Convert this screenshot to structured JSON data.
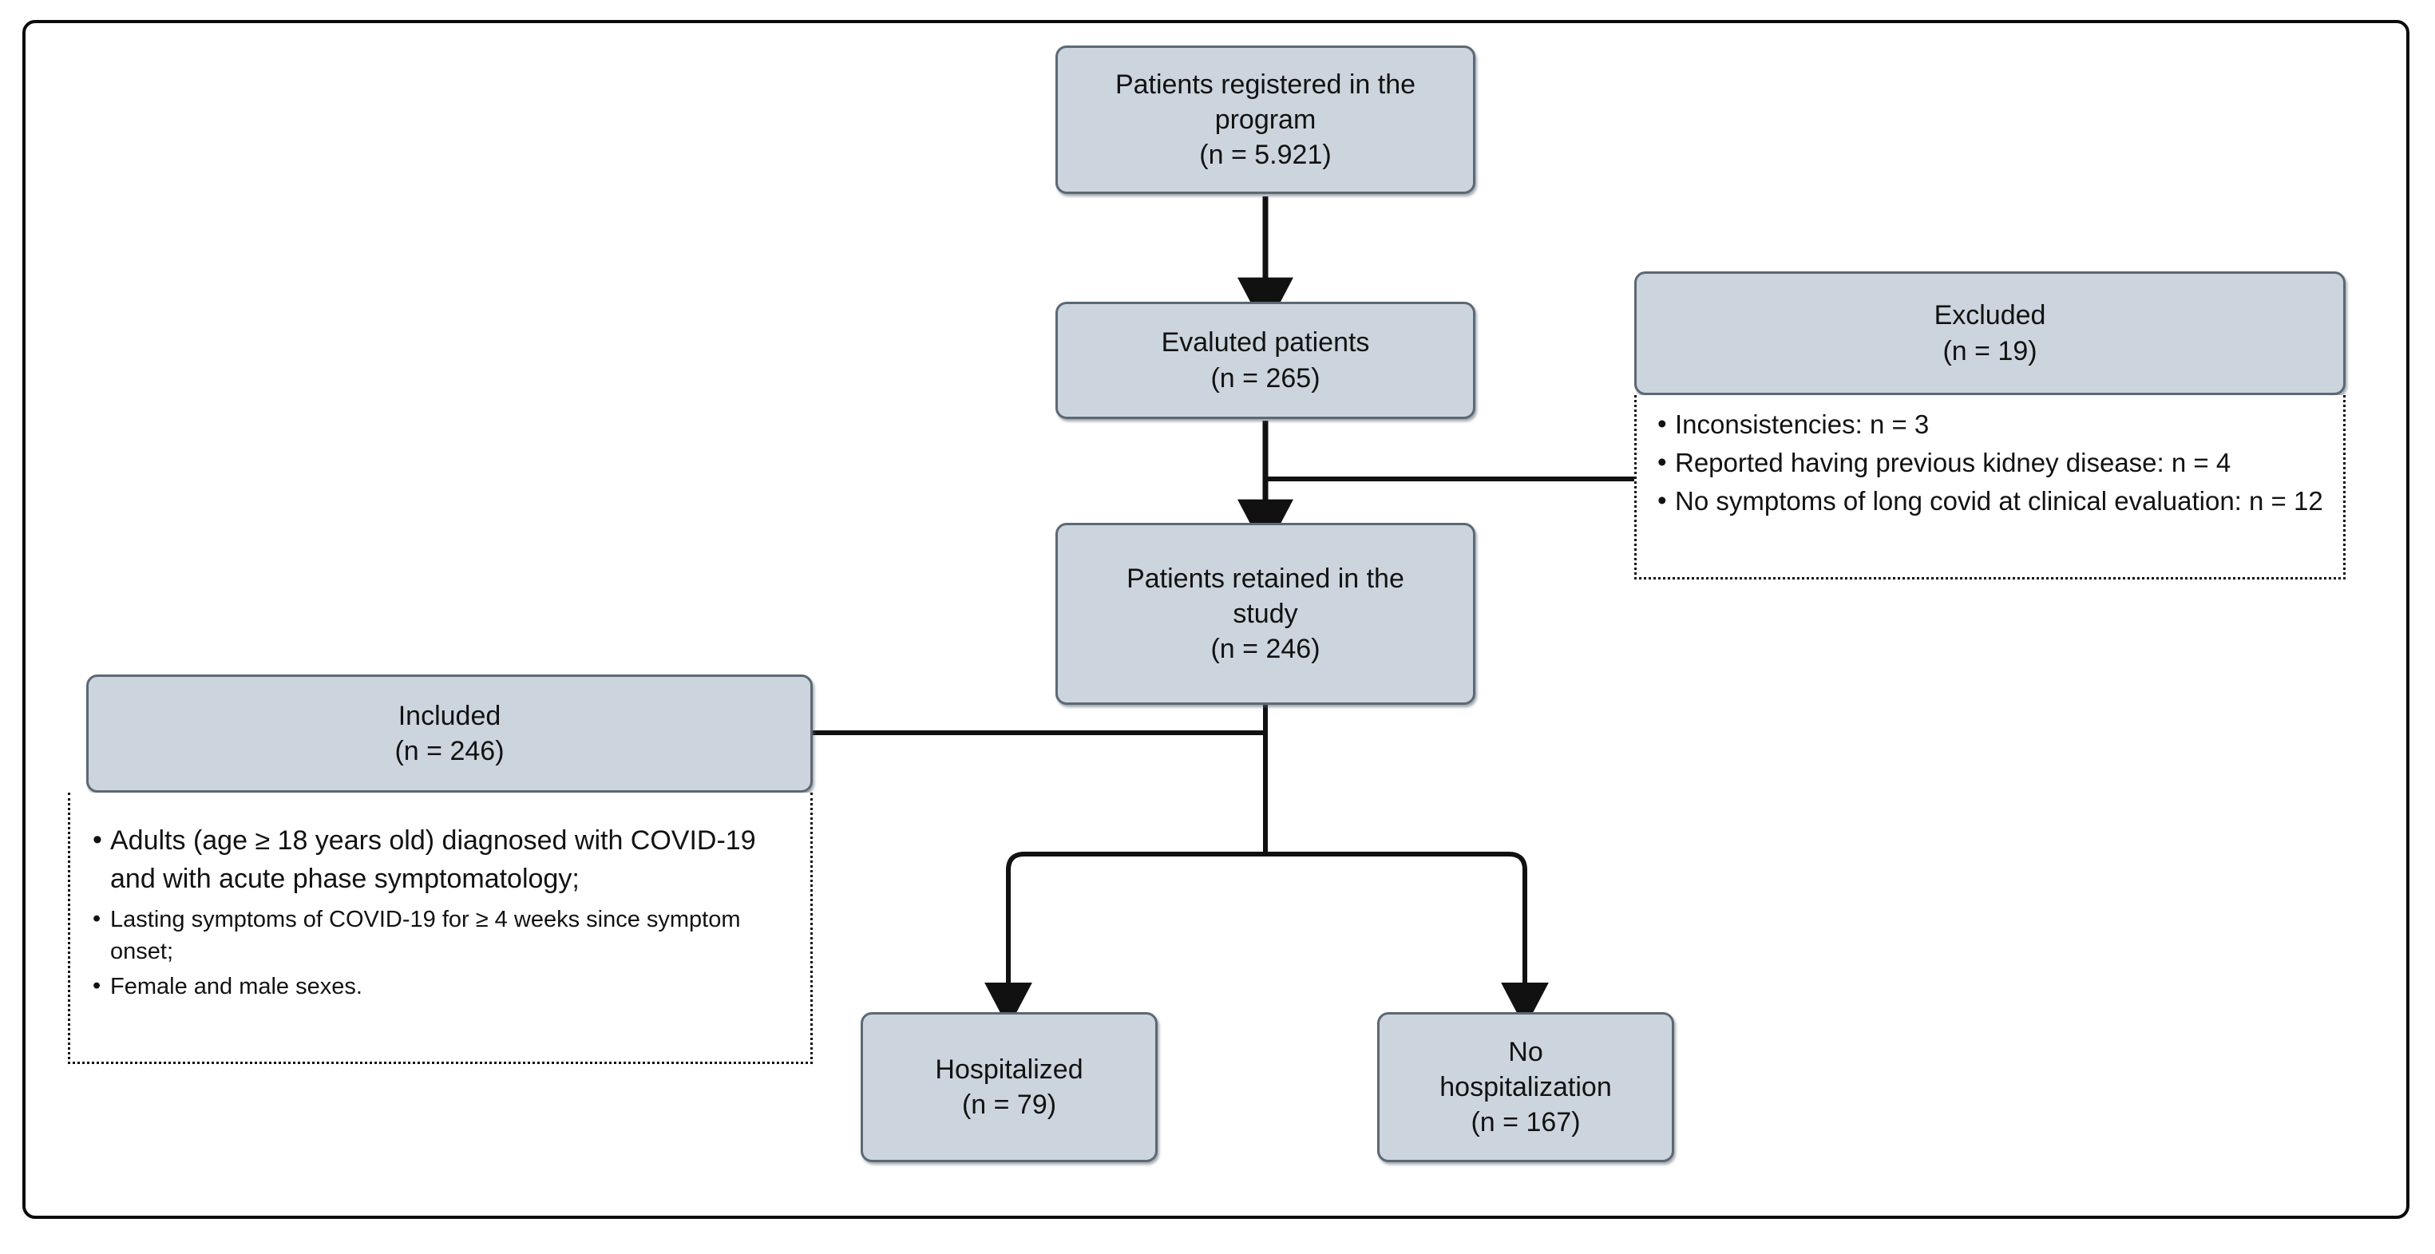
{
  "diagram": {
    "title_kind": "study-flow-diagram",
    "colors": {
      "node_fill": "#ccd5dd",
      "node_border": "#5c6874",
      "frame_border": "#0b0b0b",
      "connector": "#111111",
      "text": "#121212"
    },
    "nodes": {
      "registered": {
        "label_line1": "Patients registered in the",
        "label_line2": "program",
        "count": "(n = 5.921)"
      },
      "evaluated": {
        "label_line1": "Evaluted patients",
        "count": "(n = 265)"
      },
      "retained": {
        "label_line1": "Patients retained in the",
        "label_line2": "study",
        "count": "(n = 246)"
      },
      "excluded": {
        "label_line1": "Excluded",
        "count": "(n = 19)"
      },
      "included": {
        "label_line1": "Included",
        "count": "(n = 246)"
      },
      "hospitalized": {
        "label_line1": "Hospitalized",
        "count": "(n = 79)"
      },
      "no_hospitalization": {
        "label_line1": "No",
        "label_line2": "hospitalization",
        "count": "(n = 167)"
      }
    },
    "excluded_criteria": [
      "Inconsistencies: n = 3",
      "Reported having previous kidney disease: n = 4",
      "No symptoms of long covid at clinical evaluation: n = 12"
    ],
    "included_criteria": [
      "Adults (age ≥ 18 years old) diagnosed with COVID-19 and with acute phase symptomatology;",
      "Lasting symptoms of COVID-19 for ≥ 4 weeks since symptom onset;",
      "Female and male sexes."
    ]
  }
}
